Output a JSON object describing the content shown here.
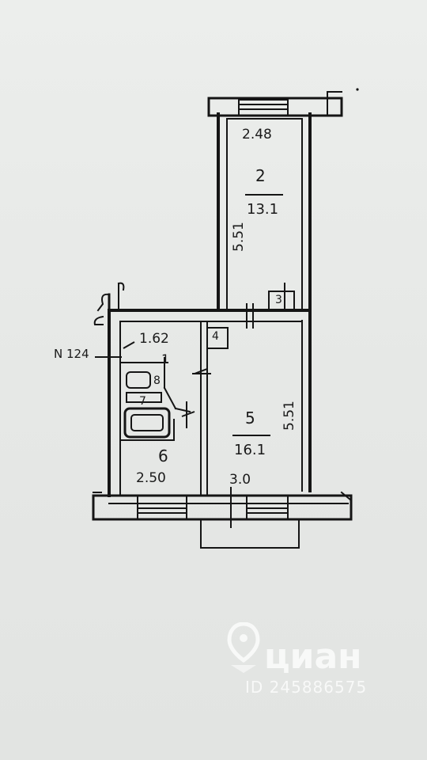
{
  "plan": {
    "dim_top": "2.48",
    "room_2": {
      "number": "2",
      "area": "13.1",
      "length": "5.51"
    },
    "room_3": {
      "number": "3"
    },
    "room_4": {
      "number": "4"
    },
    "room_1": {
      "number": "1",
      "width": "1.62"
    },
    "room_7": {
      "number": "7"
    },
    "room_8": {
      "number": "8"
    },
    "room_6": {
      "number": "6",
      "width": "2.50"
    },
    "room_5": {
      "number": "5",
      "area": "16.1",
      "length": "5.51",
      "width": "3.0"
    },
    "apartment_label": "N 124"
  },
  "watermark": {
    "brand": "циан",
    "id_text": "ID 245886575"
  },
  "colors": {
    "ink": "#141414",
    "paper": "#e9ebe9",
    "watermark": "#ffffff"
  }
}
